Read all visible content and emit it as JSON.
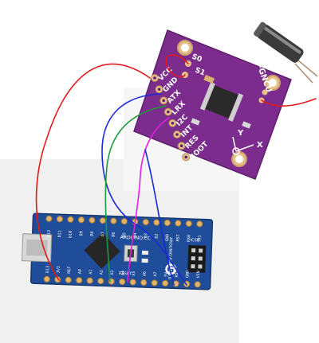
{
  "module": {
    "pins": [
      "VCC",
      "GND",
      "ATX",
      "LRX",
      "I2C",
      "INT",
      "RES",
      "BOOT"
    ],
    "top_pins": [
      "S0",
      "S1"
    ],
    "chip_label": "GY-GNCU",
    "axis_x": "X",
    "axis_y": "Y",
    "color": "#7b2c8c"
  },
  "arduino": {
    "top_pins": [
      "D12",
      "D11",
      "D10",
      "D9",
      "D8",
      "D7",
      "D6",
      "D5",
      "D4",
      "D3",
      "D2",
      "GND",
      "RST",
      "RX0",
      "TX1"
    ],
    "bottom_pins": [
      "D13",
      "3V3",
      "REF",
      "A0",
      "A1",
      "A2",
      "A3",
      "A4",
      "A5",
      "A6",
      "A7",
      "5V",
      "RST",
      "GND",
      "VIN"
    ],
    "labels": [
      "ARDUINO.CC",
      "ARDUINO NANO V3.0",
      "RESET",
      "ICSP"
    ],
    "color": "#1f4d9a"
  },
  "wires": [
    {
      "name": "vcc-wire",
      "color": "#e0191c"
    },
    {
      "name": "gnd-wire",
      "color": "#1a2ad6"
    },
    {
      "name": "atx-wire",
      "color": "#1e9a3a"
    },
    {
      "name": "lrx-wire",
      "color": "#e020e0"
    },
    {
      "name": "s0-s1-jumper",
      "color": "#e0191c"
    },
    {
      "name": "crystal-wire",
      "color": "#e0191c"
    }
  ]
}
